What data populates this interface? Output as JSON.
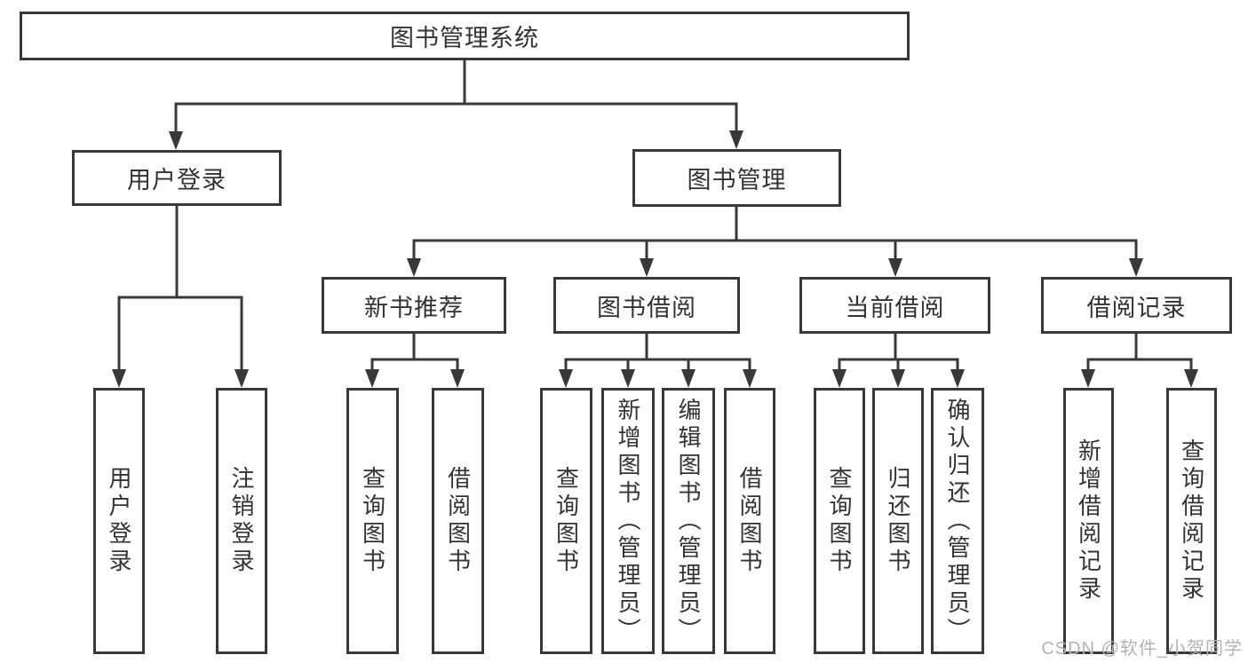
{
  "tree": {
    "root": {
      "label": "图书管理系统",
      "children": [
        {
          "label": "用户登录",
          "children": [
            {
              "label": "用户登录"
            },
            {
              "label": "注销登录"
            }
          ]
        },
        {
          "label": "图书管理",
          "children": [
            {
              "label": "新书推荐",
              "children": [
                {
                  "label": "查询图书"
                },
                {
                  "label": "借阅图书"
                }
              ]
            },
            {
              "label": "图书借阅",
              "children": [
                {
                  "label": "查询图书"
                },
                {
                  "label": "新增图书（管理员）"
                },
                {
                  "label": "编辑图书（管理员）"
                },
                {
                  "label": "借阅图书"
                }
              ]
            },
            {
              "label": "当前借阅",
              "children": [
                {
                  "label": "查询图书"
                },
                {
                  "label": "归还图书"
                },
                {
                  "label": "确认归还（管理员）"
                }
              ]
            },
            {
              "label": "借阅记录",
              "children": [
                {
                  "label": "新增借阅记录"
                },
                {
                  "label": "查询借阅记录"
                }
              ]
            }
          ]
        }
      ]
    }
  },
  "watermark": {
    "text": "CSDN @软件_小贺同学"
  },
  "colors": {
    "line": "#383838",
    "border": "#383838",
    "text": "#333333",
    "watermark": "#b3b3b3",
    "background": "#ffffff"
  }
}
